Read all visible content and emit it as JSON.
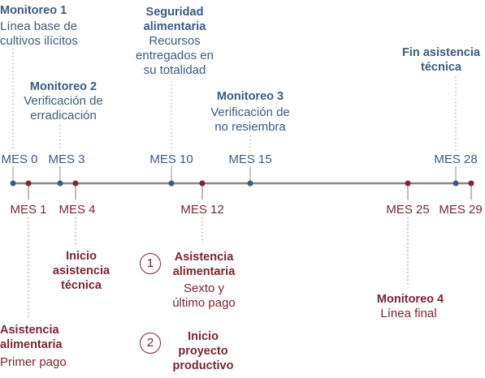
{
  "colors": {
    "blue": "#3c5a80",
    "red": "#7a2530",
    "axis": "#888888",
    "guide": "#9aa8b8"
  },
  "top_events": [
    {
      "month_label": "MES 0",
      "title": "Monitoreo 1",
      "desc": "Línea base de cultivos ilícitos"
    },
    {
      "month_label": "MES 3",
      "title": "Monitoreo 2",
      "desc": "Verificación de erradicación"
    },
    {
      "month_label": "MES 10",
      "title": "Seguridad alimentaria",
      "desc": "Recursos entregados en su totalidad"
    },
    {
      "month_label": "MES 15",
      "title": "Monitoreo 3",
      "desc": "Verificación de no resiembra"
    },
    {
      "month_label": "MES 28",
      "title": "Fin asistencia técnica",
      "desc": ""
    }
  ],
  "bottom_events": [
    {
      "month_label": "MES 1",
      "title": "Asistencia alimentaria",
      "desc": "Primer pago"
    },
    {
      "month_label": "MES 4",
      "title": "Inicio asistencia técnica",
      "desc": ""
    },
    {
      "month_label": "MES 12",
      "number": "1",
      "title": "Asistencia alimentaria",
      "desc": "Sexto y último pago"
    },
    {
      "month_label": "MES 12",
      "number": "2",
      "title": "Inicio proyecto productivo",
      "desc": ""
    },
    {
      "month_label": "MES 25",
      "title": "Monitoreo 4",
      "desc": "Línea final"
    },
    {
      "month_label": "MES 29",
      "title": "",
      "desc": ""
    }
  ]
}
